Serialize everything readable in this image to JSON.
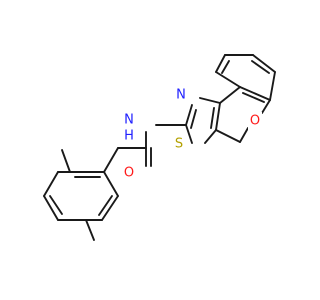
{
  "molecule": {
    "atoms": {
      "N_amide": {
        "label": "N",
        "sub": "H",
        "color": "#2020ff"
      },
      "O_carbonyl": {
        "label": "O",
        "color": "#ff1a1a"
      },
      "N_ring": {
        "label": "N",
        "color": "#2020ff"
      },
      "S_ring": {
        "label": "S",
        "color": "#b3a100"
      },
      "O_ring": {
        "label": "O",
        "color": "#ff1a1a"
      }
    },
    "bond_color": "#1a1a1a"
  }
}
